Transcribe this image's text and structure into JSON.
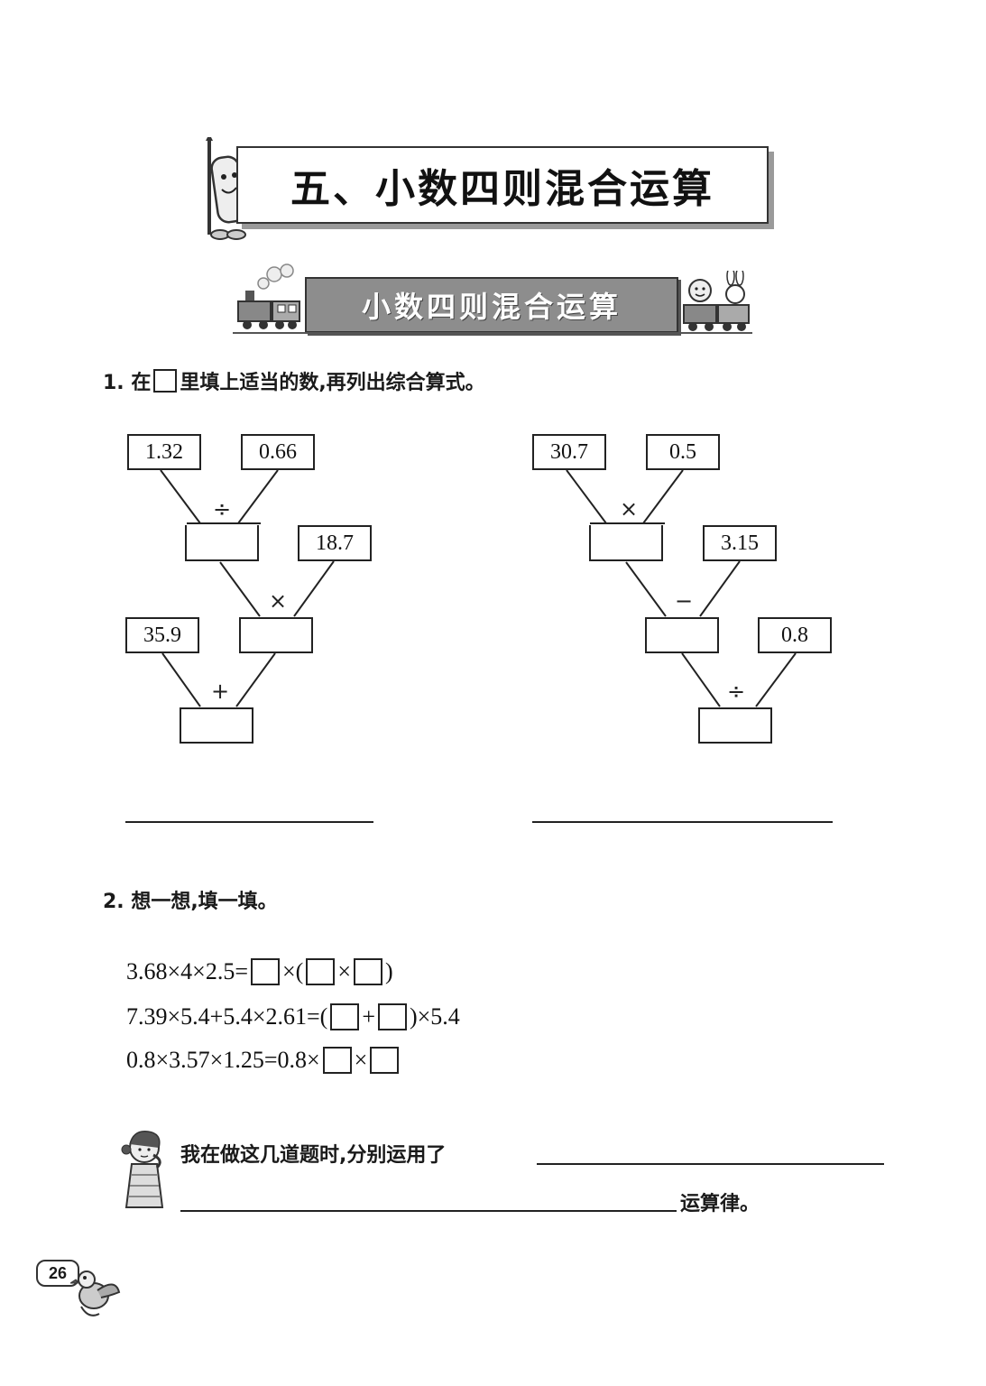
{
  "chapter": {
    "title": "五、小数四则混合运算"
  },
  "section": {
    "title": "小数四则混合运算"
  },
  "q1": {
    "prefix": "1. 在",
    "suffix": "里填上适当的数,再列出综合算式。",
    "left_tree": {
      "a": "1.32",
      "b": "0.66",
      "op1": "÷",
      "c": "18.7",
      "op2": "×",
      "d": "35.9",
      "op3": "+"
    },
    "right_tree": {
      "a": "30.7",
      "b": "0.5",
      "op1": "×",
      "c": "3.15",
      "op2": "−",
      "d": "0.8",
      "op3": "÷"
    }
  },
  "q2": {
    "label": "2. 想一想,填一填。",
    "eq1": {
      "lhs": "3.68×4×2.5=",
      "t1": "×(",
      "t2": "×",
      "t3": ")"
    },
    "eq2": {
      "lhs": "7.39×5.4+5.4×2.61=(",
      "t1": "+",
      "t2": ")×5.4"
    },
    "eq3": {
      "lhs": "0.8×3.57×1.25=0.8×",
      "t1": "×"
    }
  },
  "reflection": {
    "line1": "我在做这几道题时,分别运用了",
    "line2_suffix": "运算律。"
  },
  "page": {
    "number": "26"
  }
}
